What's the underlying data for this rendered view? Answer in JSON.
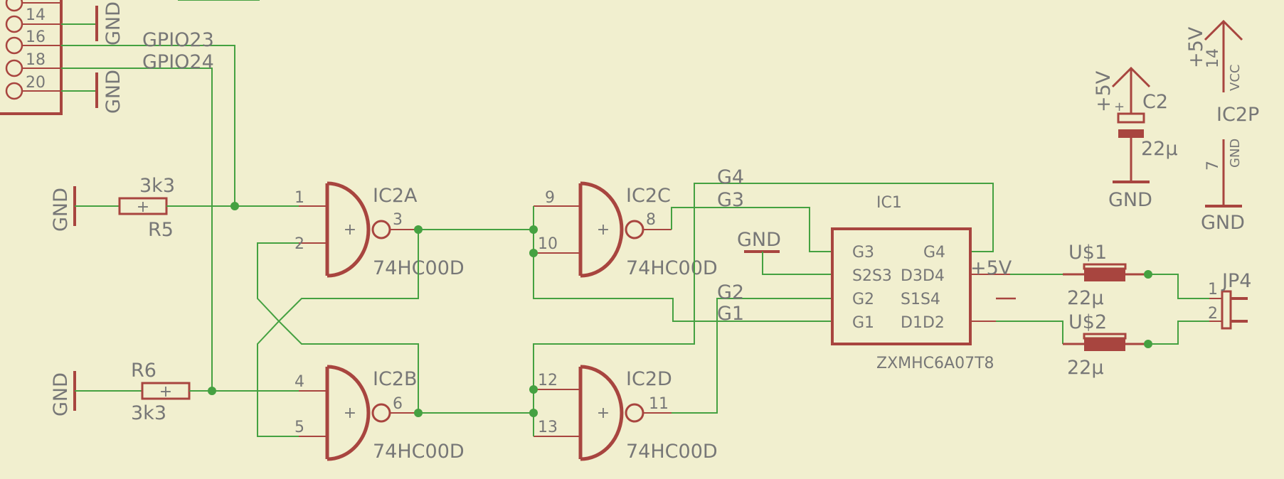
{
  "header": {
    "pins": [
      "14",
      "16",
      "18",
      "20"
    ],
    "gnd": "GND",
    "gpio23": "GPIO23",
    "gpio24": "GPIO24"
  },
  "resistors": {
    "r5": {
      "name": "R5",
      "value": "3k3",
      "gnd": "GND"
    },
    "r6": {
      "name": "R6",
      "value": "3k3",
      "gnd": "GND"
    }
  },
  "gates": {
    "a": {
      "name": "IC2A",
      "part": "74HC00D",
      "in1": "1",
      "in2": "2",
      "out": "3"
    },
    "b": {
      "name": "IC2B",
      "part": "74HC00D",
      "in1": "4",
      "in2": "5",
      "out": "6"
    },
    "c": {
      "name": "IC2C",
      "part": "74HC00D",
      "in1": "9",
      "in2": "10",
      "out": "8"
    },
    "d": {
      "name": "IC2D",
      "part": "74HC00D",
      "in1": "12",
      "in2": "13",
      "out": "11"
    }
  },
  "nets": {
    "g4": "G4",
    "g3": "G3",
    "g2": "G2",
    "g1": "G1",
    "gnd": "GND"
  },
  "ic1": {
    "name": "IC1",
    "part": "ZXMHC6A07T8",
    "left": [
      "G3",
      "S2S3",
      "G2",
      "G1"
    ],
    "right": [
      "G4",
      "D3D4",
      "S1S4",
      "D1D2"
    ],
    "supply": "+5V"
  },
  "c2": {
    "name": "C2",
    "value": "22µ",
    "supply": "+5V",
    "gnd": "GND",
    "plus": "+"
  },
  "ic2p": {
    "name": "IC2P",
    "supply": "+5V",
    "vcc_pin": "14",
    "vcc": "VCC",
    "gnd_pin": "7",
    "gnd_pin_label": "GND",
    "gnd": "GND"
  },
  "u1": {
    "name": "U$1",
    "value": "22µ"
  },
  "u2": {
    "name": "U$2",
    "value": "22µ"
  },
  "jp4": {
    "name": "JP4",
    "pin1": "1",
    "pin2": "2"
  }
}
